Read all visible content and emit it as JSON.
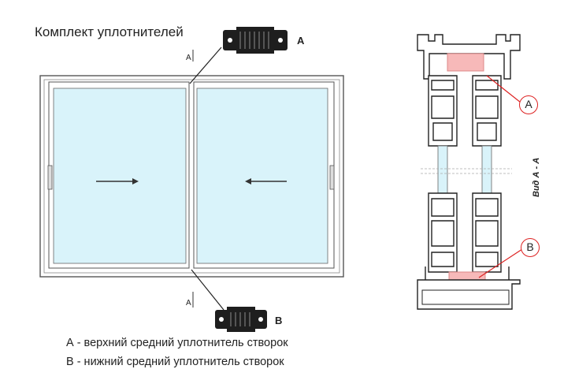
{
  "title": "Комплект уплотнителей",
  "seals": {
    "a_label": "A",
    "b_label": "B"
  },
  "section_marks": {
    "top": "A",
    "bottom": "A"
  },
  "view_label": "Вид А - А",
  "callouts": {
    "a": "A",
    "b": "B"
  },
  "legend": {
    "a": "А - верхний средний уплотнитель створок",
    "b": "В - нижний средний уплотнитель створок"
  },
  "colors": {
    "glass": "#d9f3fa",
    "frame": "#555555",
    "seal": "#1e1e1e",
    "highlight": "#f7b9b9",
    "callout": "#dd2222"
  }
}
